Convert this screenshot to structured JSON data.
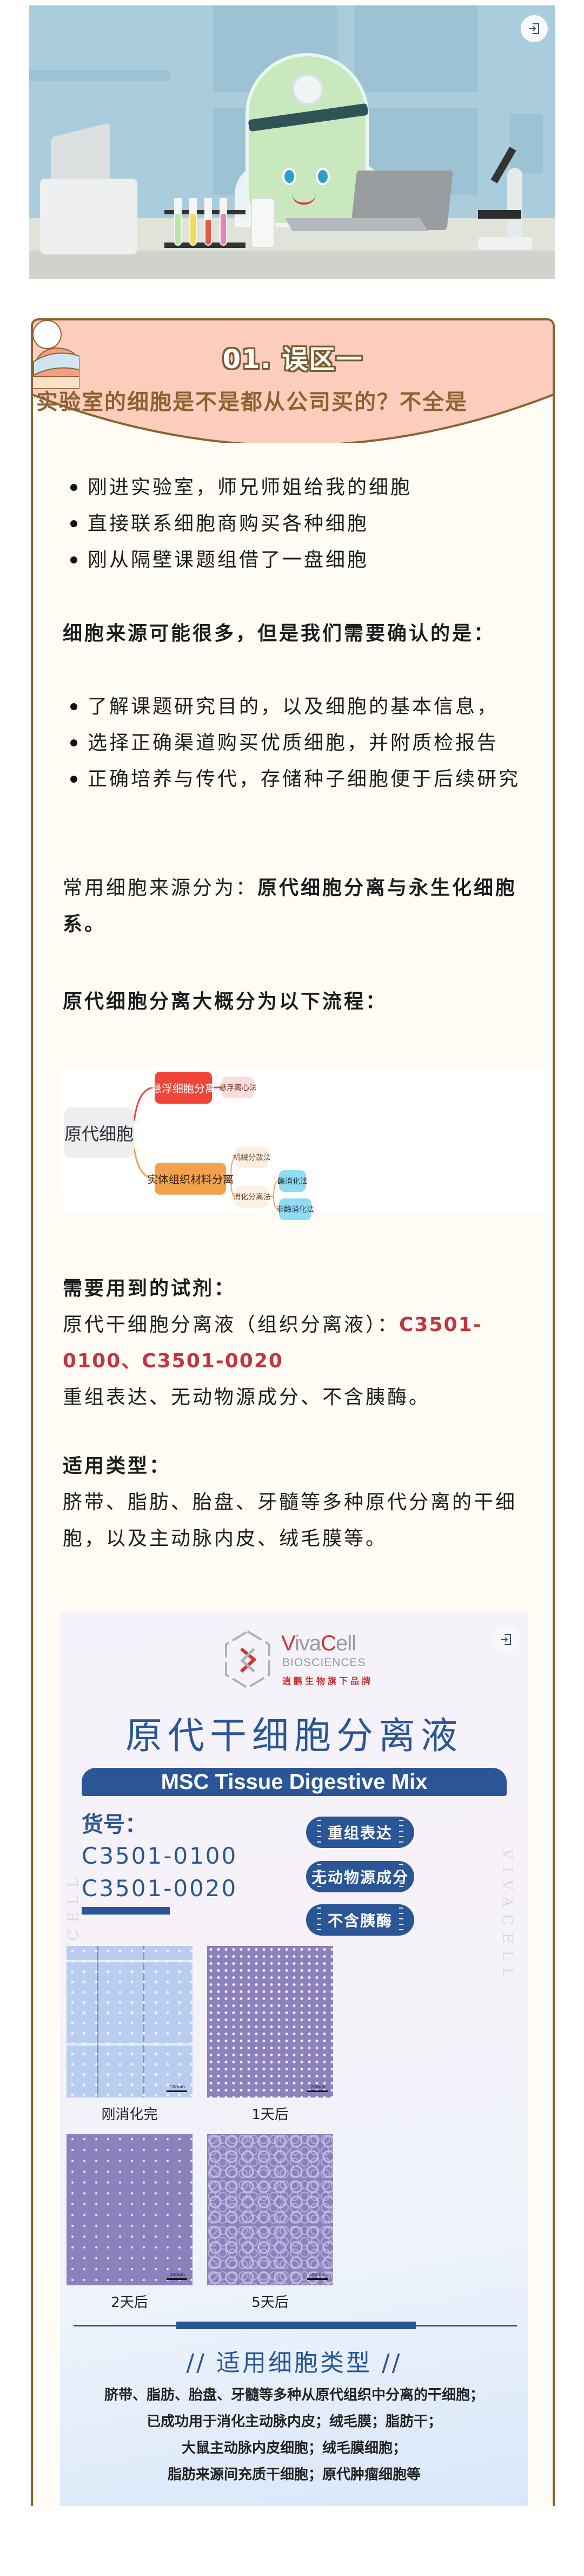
{
  "hero": {
    "alt": "Cartoon cell character in a lab coat working at a laptop in a laboratory",
    "icon": "enter-icon",
    "colors": {
      "background": "#a9cddd",
      "character": "#c9e8bd"
    }
  },
  "card": {
    "title": "01. 误区一",
    "subtitle": "实验室的细胞是不是都从公司买的？不全是",
    "colors": {
      "border": "#8a6330",
      "header": "#fcccbc",
      "title_stroke": "#7a5a30",
      "background": "#fffcf5"
    },
    "sources_list": [
      "刚进实验室，师兄师姐给我的细胞",
      "直接联系细胞商购买各种细胞",
      "刚从隔壁课题组借了一盘细胞"
    ],
    "confirm_heading": "细胞来源可能很多，但是我们需要确认的是：",
    "confirm_list": [
      "了解课题研究目的，以及细胞的基本信息，",
      "选择正确渠道购买优质细胞，并附质检报告",
      "正确培养与传代，存储种子细胞便于后续研究"
    ],
    "common_sources_prefix": "常用细胞来源分为：",
    "common_sources_bold": "原代细胞分离与永生化细胞系。",
    "flow_heading": "原代细胞分离大概分为以下流程：",
    "mindmap": {
      "root": "原代细胞",
      "branches": [
        {
          "label": "悬浮细胞分离",
          "color": "#f04438",
          "children": [
            {
              "label": "悬浮离心法"
            }
          ]
        },
        {
          "label": "实体组织材料分离",
          "color": "#f2a24d",
          "children": [
            {
              "label": "机械分散法"
            },
            {
              "label": "消化分离法",
              "children": [
                {
                  "label": "酶消化法"
                },
                {
                  "label": "非酶消化法"
                }
              ]
            }
          ]
        }
      ]
    },
    "reagent_heading": "需要用到的试剂：",
    "reagent_text": "原代干细胞分离液（组织分离液）：",
    "reagent_skus": "C3501-0100、C3501-0020",
    "reagent_features": "重组表达、无动物源成分、不含胰酶。",
    "types_heading": "适用类型：",
    "types_text": "脐带、脂肪、胎盘、牙髓等多种原代分离的干细胞，以及主动脉内皮、绒毛膜等。",
    "accent_red": "#c0373f"
  },
  "poster": {
    "brand_v": "V",
    "brand_mid": "iva",
    "brand_c": "C",
    "brand_end": "ell",
    "brand_sub": "BIOSCIENCES",
    "brand_cn": "逍鹏生物旗下品牌",
    "watermark": "VIVACELL",
    "icon": "enter-icon",
    "title": "原代干细胞分离液",
    "english_name": "MSC Tissue Digestive Mix",
    "sku_label": "货号：",
    "skus": [
      "C3501-0100",
      "C3501-0020"
    ],
    "features": [
      "重组表达",
      "无动物源成分",
      "不含胰酶"
    ],
    "micrographs": [
      {
        "caption": "刚消化完",
        "scale": "100um"
      },
      {
        "caption": "1天后",
        "scale": "200um"
      },
      {
        "caption": "2天后",
        "scale": "200um"
      },
      {
        "caption": "5天后",
        "scale": "200um"
      }
    ],
    "types_title": "//  适用细胞类型  //",
    "types_lines": [
      "脐带、脂肪、胎盘、牙髓等多种从原代组织中分离的干细胞；",
      "已成功用于消化主动脉内皮；绒毛膜；脂肪干；",
      "大鼠主动脉内皮细胞；绒毛膜细胞；",
      "脂肪来源间充质干细胞；原代肿瘤细胞等"
    ],
    "colors": {
      "primary": "#2a5597",
      "brand_red": "#d03030"
    }
  }
}
